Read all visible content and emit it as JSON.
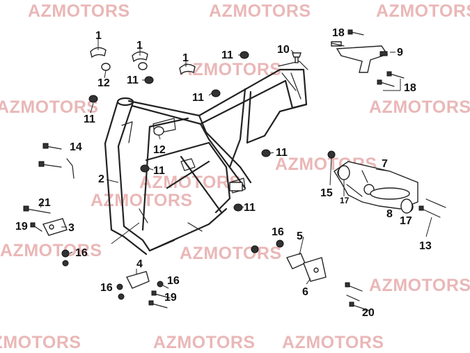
{
  "watermark": "AZMOTORS",
  "callouts": [
    "1",
    "1",
    "1",
    "12",
    "12",
    "11",
    "11",
    "11",
    "11",
    "11",
    "11",
    "11",
    "10",
    "9",
    "18",
    "18",
    "14",
    "2",
    "21",
    "19",
    "3",
    "16",
    "7",
    "15",
    "17",
    "17",
    "8",
    "13",
    "16",
    "5",
    "6",
    "4",
    "16",
    "16",
    "19",
    "20"
  ],
  "colors": {
    "watermark": "#e8b0b0",
    "lines": "#222222",
    "labels": "#111111"
  }
}
